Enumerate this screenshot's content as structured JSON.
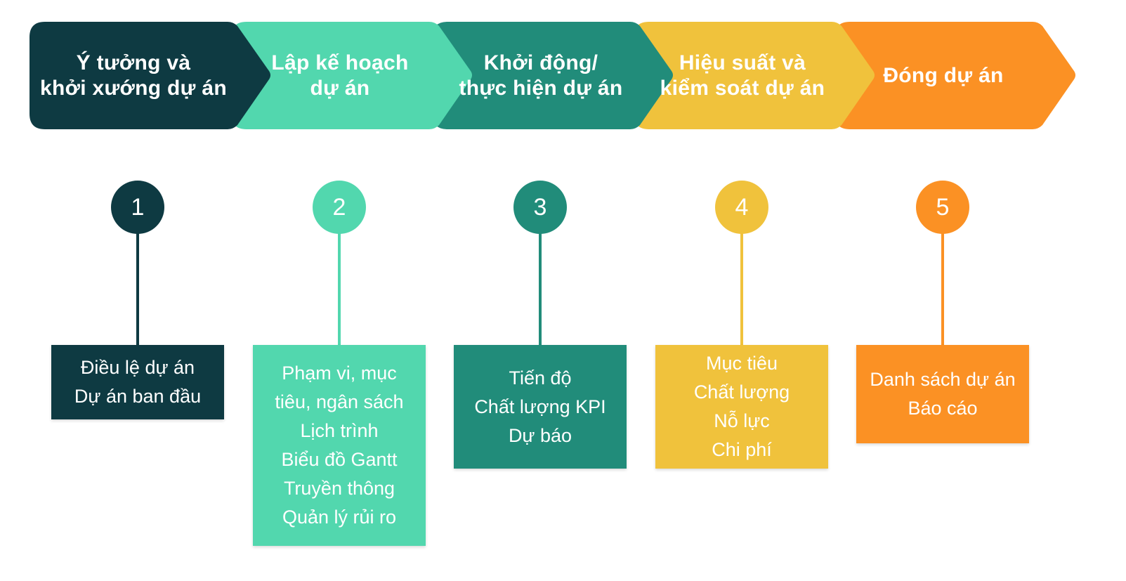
{
  "colors": {
    "phase1": "#0e3a42",
    "phase2": "#52d7ae",
    "phase3": "#218c7a",
    "phase4": "#f0c23c",
    "phase5": "#fb9124",
    "text_light": "#ffffff"
  },
  "phases": [
    {
      "step": "1",
      "title": "Ý tưởng và\nkhởi xướng dự án",
      "details": [
        "Điều lệ dự án",
        "Dự án ban đầu"
      ]
    },
    {
      "step": "2",
      "title": "Lập kế hoạch\ndự án",
      "details": [
        "Phạm vi, mục",
        "tiêu, ngân sách",
        "Lịch trình",
        "Biểu đồ Gantt",
        "Truyền thông",
        "Quản lý rủi ro"
      ]
    },
    {
      "step": "3",
      "title": "Khởi động/\nthực hiện dự án",
      "details": [
        "Tiến độ",
        "Chất lượng KPI",
        "Dự báo"
      ]
    },
    {
      "step": "4",
      "title": "Hiệu suất và\nkiểm soát dự án",
      "details": [
        "Mục tiêu",
        "Chất lượng",
        "Nỗ lực",
        "Chi phí"
      ]
    },
    {
      "step": "5",
      "title": "Đóng dự án",
      "details": [
        "Danh sách dự án",
        "Báo cáo"
      ]
    }
  ]
}
